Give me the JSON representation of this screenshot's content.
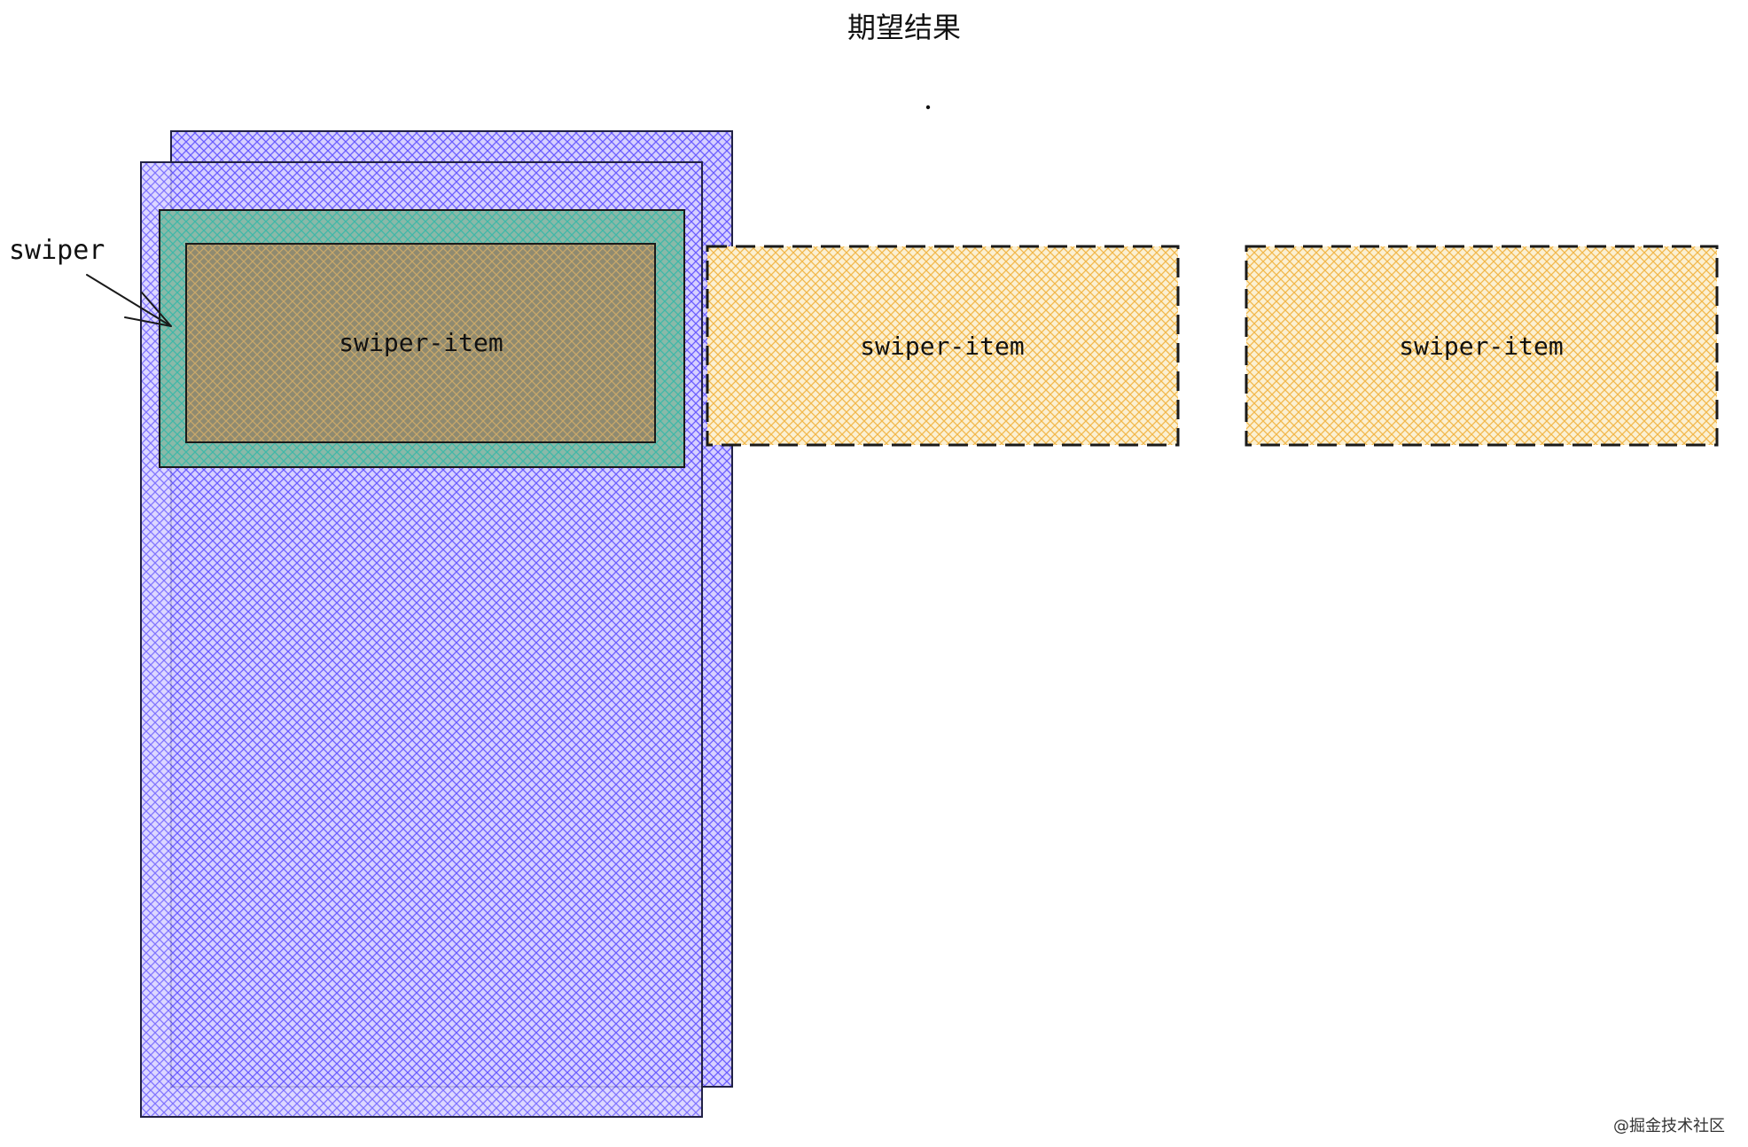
{
  "title": "期望结果",
  "labels": {
    "swiper": "swiper",
    "swiper_item_1": "swiper-item",
    "swiper_item_2": "swiper-item",
    "swiper_item_3": "swiper-item"
  },
  "watermark": "@掘金技术社区",
  "colors": {
    "phone_hatch": "#6a5cff",
    "phone_stroke": "#222244",
    "swiper_hatch": "#3fb8a8",
    "item_hatch": "#f2b84b",
    "item_fill": "#f7e3b0",
    "active_item_fill": "#8f8a70",
    "stroke": "#1a1a1a"
  }
}
